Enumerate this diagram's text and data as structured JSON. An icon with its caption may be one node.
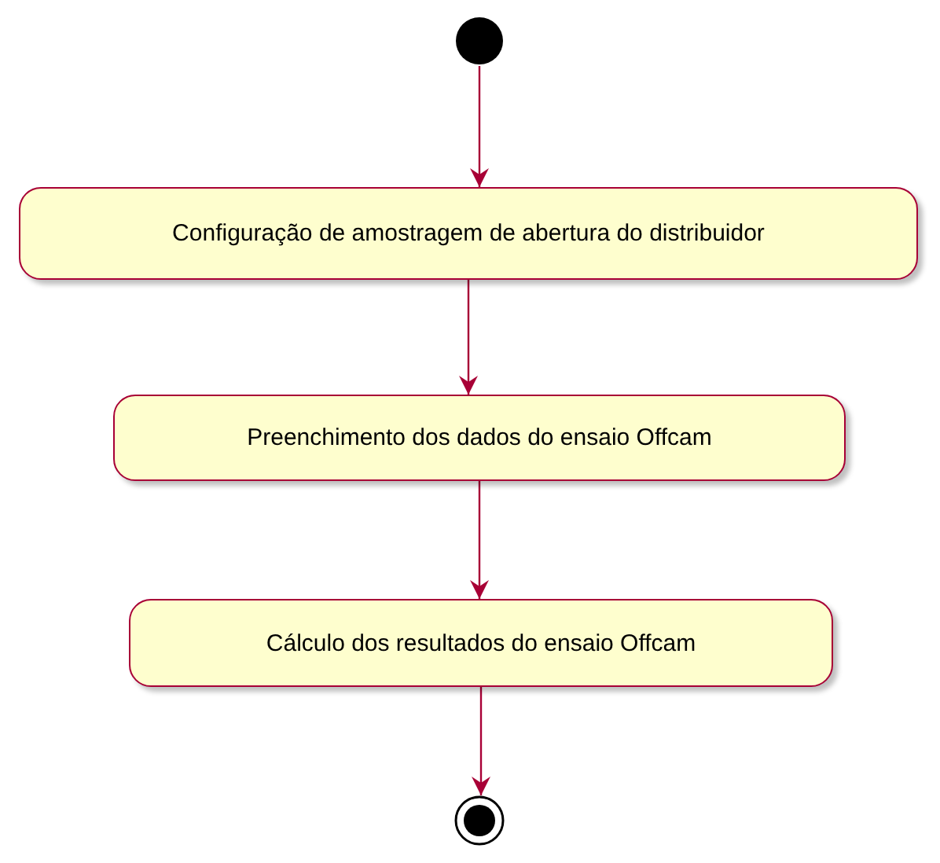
{
  "diagram": {
    "nodes": [
      {
        "text": [],
        "shape": "circle"
      },
      {
        "text": [
          "Configuração de amostragem de abertura do distribuidor"
        ]
      },
      {
        "text": [
          "Preenchimento dos dados do ensaio Offcam"
        ]
      },
      {
        "text": [
          "Cálculo dos resultados do ensaio Offcam"
        ]
      },
      {
        "text": [],
        "shape": "bullseye"
      }
    ],
    "edges": [
      {
        "from": 0,
        "to": 1,
        "arrow": "to"
      },
      {
        "from": 1,
        "to": 2,
        "arrow": "to"
      },
      {
        "from": 2,
        "to": 3,
        "arrow": "to"
      },
      {
        "from": 3,
        "to": 4,
        "arrow": "to"
      }
    ]
  }
}
